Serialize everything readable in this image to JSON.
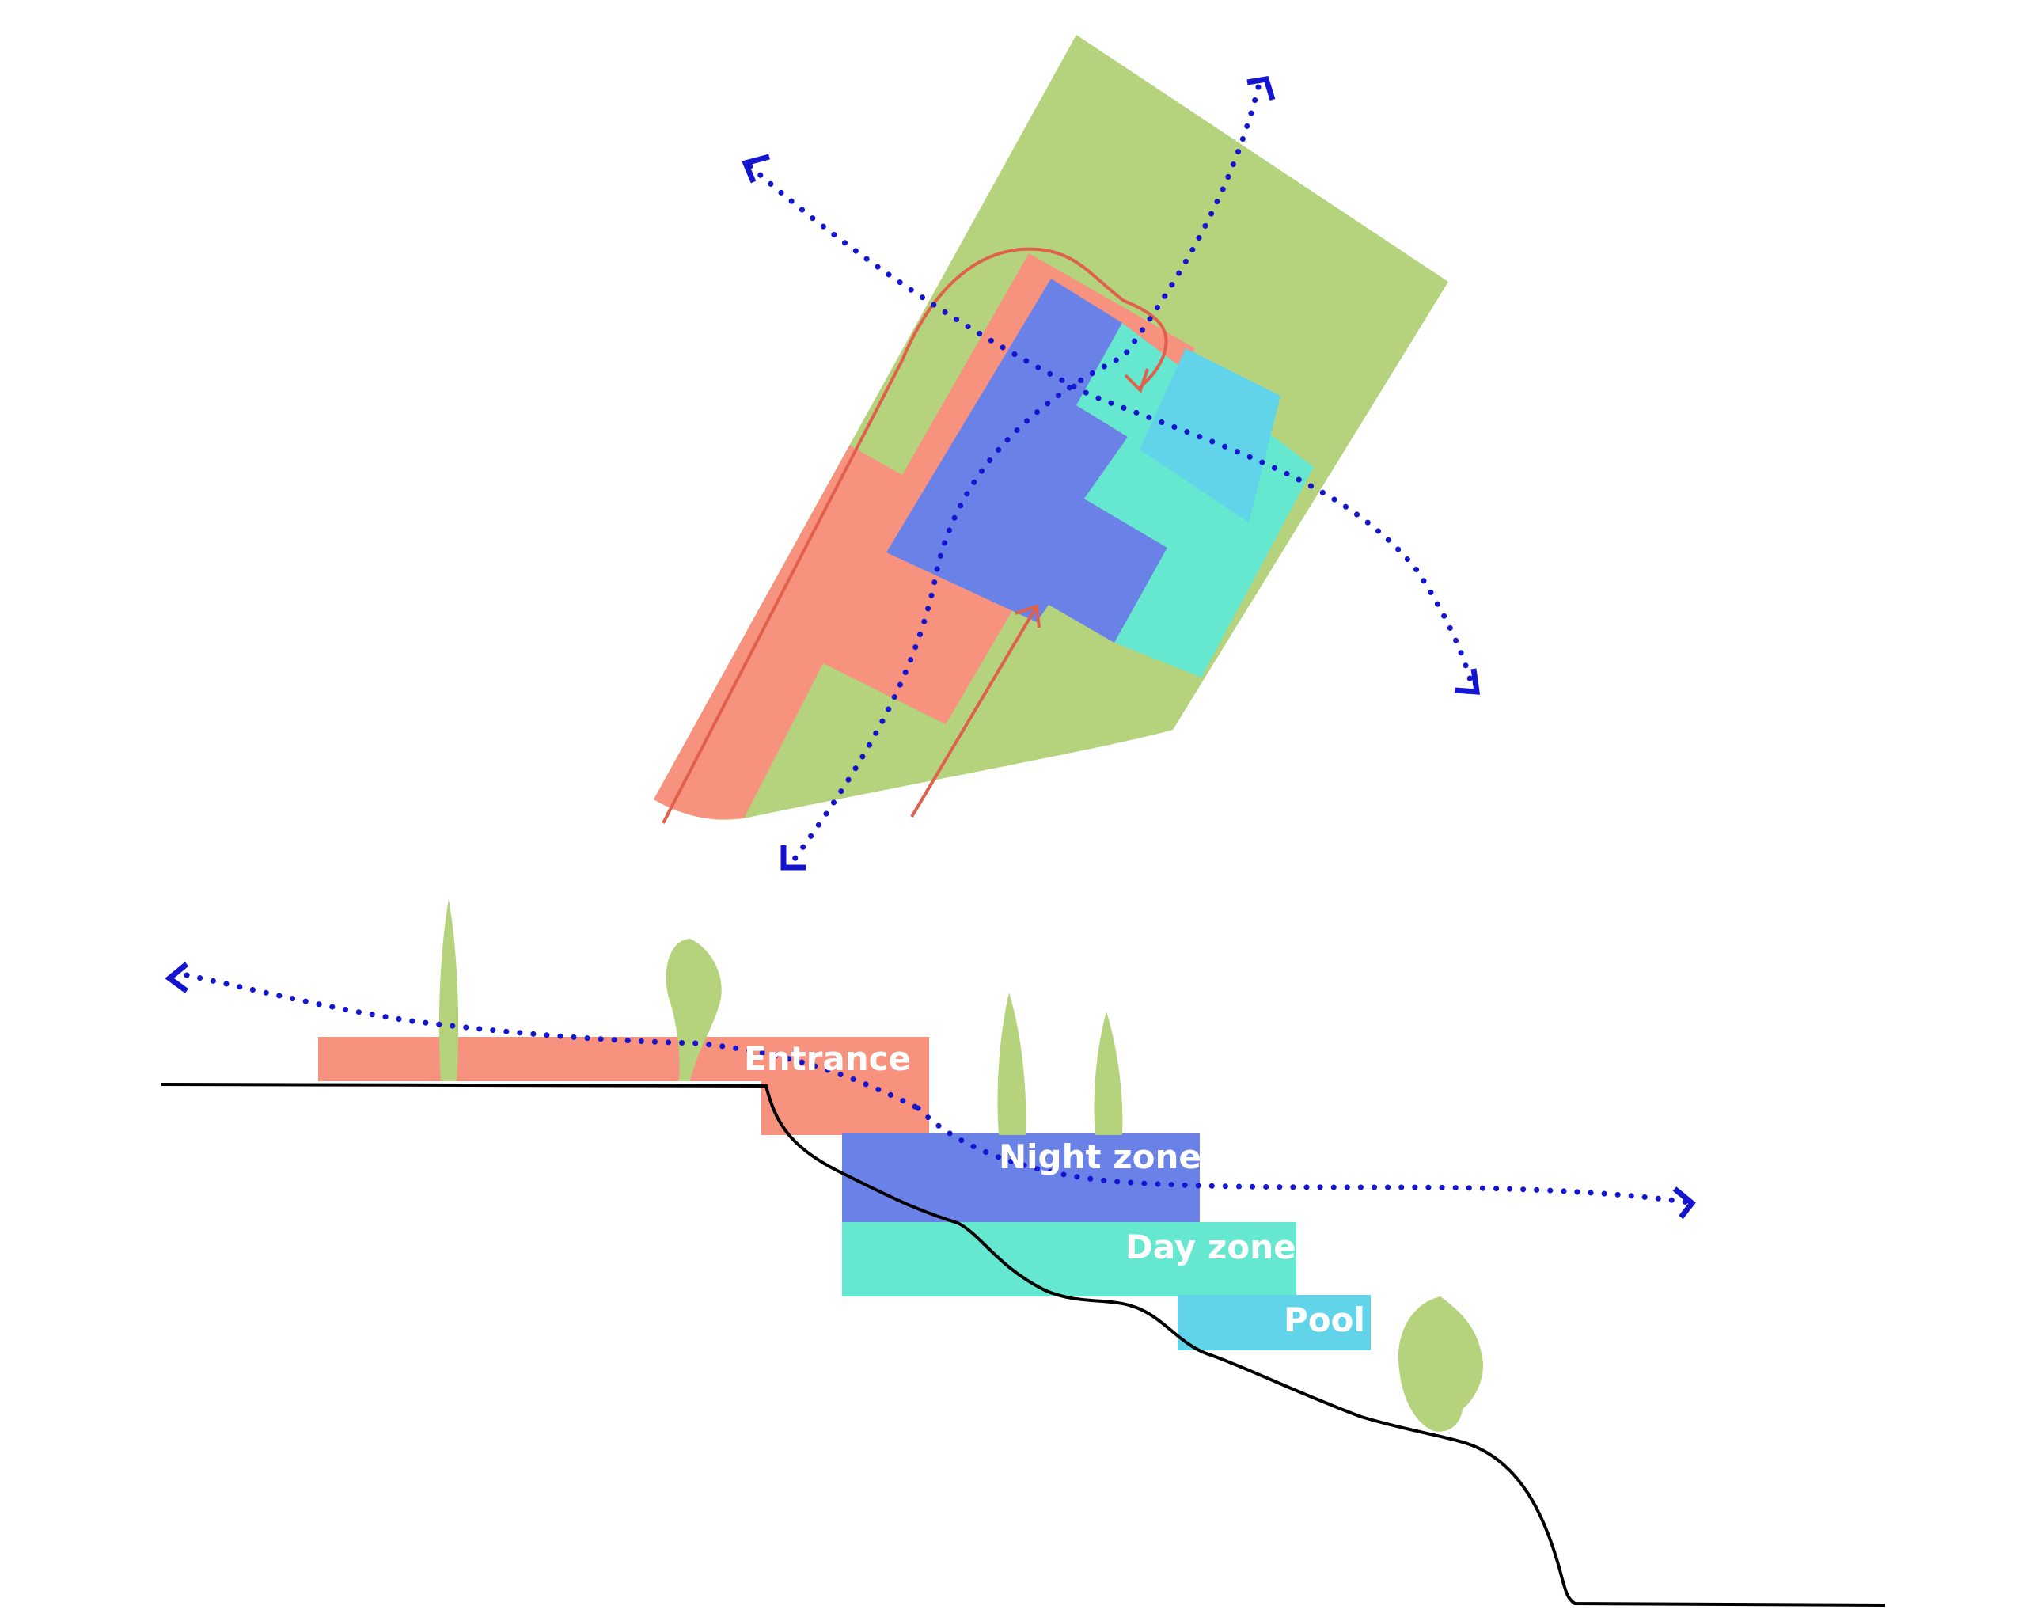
{
  "colors": {
    "site": "#b5d27c",
    "entrance": "#f7927f",
    "night_zone": "#6a82e8",
    "day_zone": "#65e8cf",
    "pool": "#62d4ea",
    "view_arrow": "#1515d0",
    "circulation": "#e0604c",
    "ground": "#000000",
    "tree": "#b5d27c"
  },
  "section": {
    "labels": {
      "entrance": "Entrance",
      "night_zone": "Night zone",
      "day_zone": "Day zone",
      "pool": "Pool"
    }
  }
}
